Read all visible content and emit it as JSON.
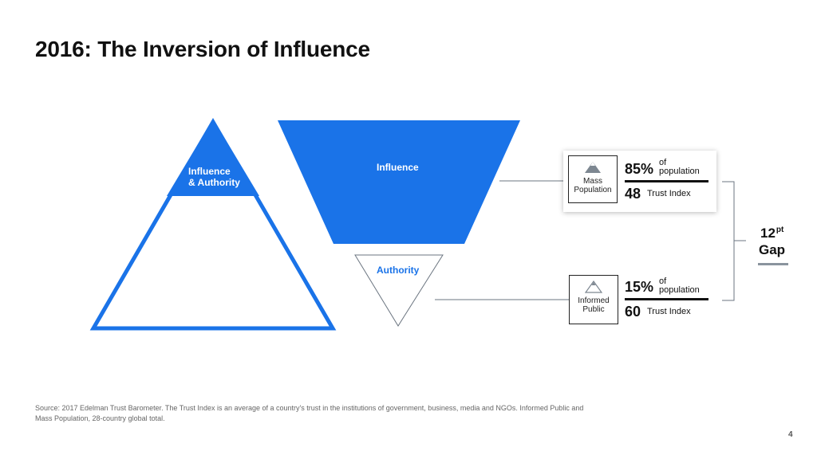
{
  "slide": {
    "title": "2016: The Inversion of Influence",
    "page_number": "4"
  },
  "left_triangle": {
    "label_line1": "Influence",
    "label_line2": "& Authority"
  },
  "inverted_triangle": {
    "top_label": "Influence",
    "bottom_label": "Authority"
  },
  "mass_population": {
    "icon_label_line1": "Mass",
    "icon_label_line2": "Population",
    "percent": "85%",
    "of_text": "of",
    "population_text": "population",
    "trust_index_value": "48",
    "trust_index_label": "Trust Index"
  },
  "informed_public": {
    "icon_label_line1": "Informed",
    "icon_label_line2": "Public",
    "percent": "15%",
    "of_text": "of",
    "population_text": "population",
    "trust_index_value": "60",
    "trust_index_label": "Trust Index"
  },
  "gap": {
    "value": "12",
    "unit": "pt",
    "label": "Gap"
  },
  "source_text": "Source: 2017 Edelman Trust Barometer. The Trust Index is an average of a country's trust in the institutions of government, business, media and NGOs. Informed Public and Mass Population, 28-country global total.",
  "colors": {
    "brand_blue": "#1a73e8",
    "connector_gray": "#6b7580",
    "text_dark": "#111111"
  },
  "icons": {
    "mountain": "mountain-icon"
  }
}
